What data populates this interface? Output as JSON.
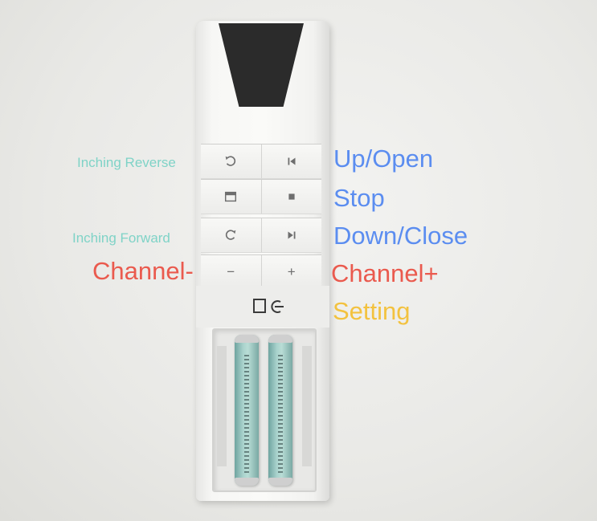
{
  "labels": {
    "inching_reverse": "Inching Reverse",
    "inching_forward": "Inching Forward",
    "channel_minus": "Channel-",
    "up_open": "Up/Open",
    "stop": "Stop",
    "down_close": "Down/Close",
    "channel_plus": "Channel+",
    "setting": "Setting"
  },
  "buttons": {
    "row1_left": "inching-reverse-icon",
    "row1_right": "skip-back-icon",
    "row2_left": "window-icon",
    "row2_right": "stop-square-icon",
    "row3_left": "inching-forward-icon",
    "row3_right": "skip-forward-icon",
    "row4_left": "−",
    "row4_right": "+"
  },
  "colors": {
    "small_label": "#7fd3c7",
    "blue_label": "#5b8df0",
    "red_label": "#ea5a4e",
    "yellow_label": "#f3c23f",
    "display": "#2b2b2b",
    "battery": "#a9d2cc"
  }
}
